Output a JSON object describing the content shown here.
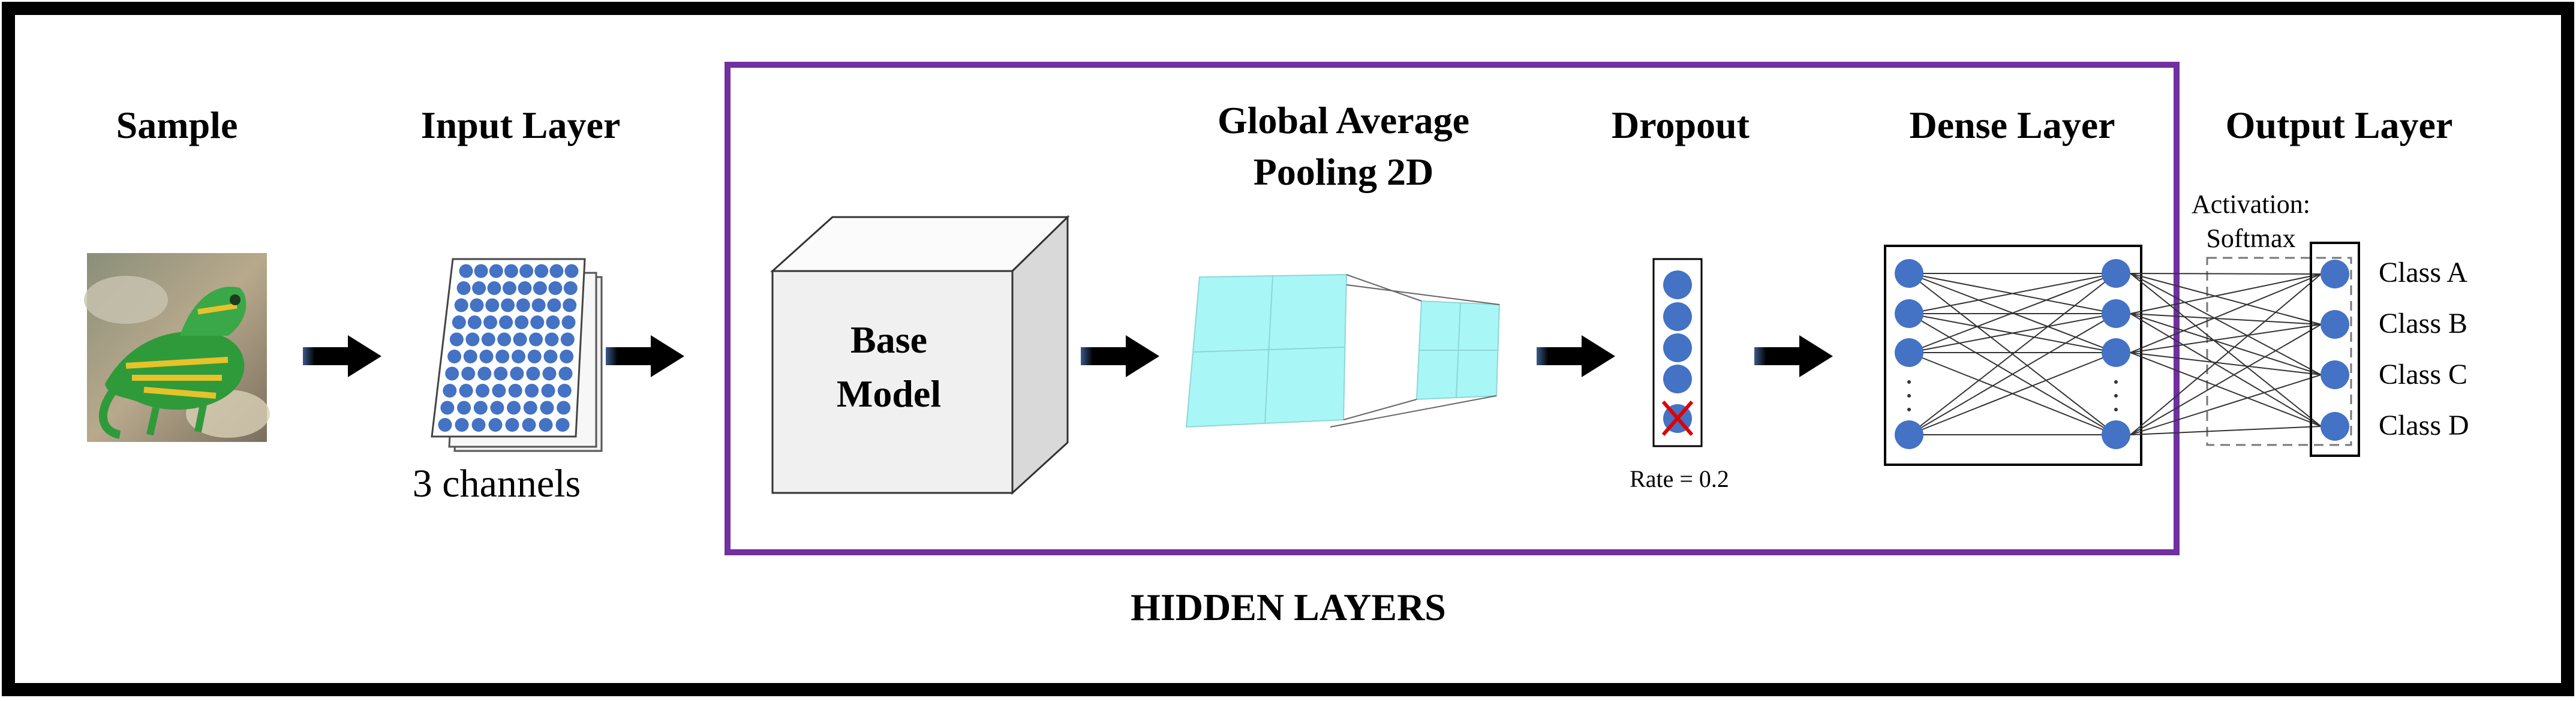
{
  "diagram": {
    "labels": {
      "sample": "Sample",
      "input_layer": "Input Layer",
      "input_channels": "3 channels",
      "base_model_line1": "Base",
      "base_model_line2": "Model",
      "gap_line1": "Global Average",
      "gap_line2": "Pooling 2D",
      "dropout": "Dropout",
      "dropout_rate": "Rate = 0.2",
      "dense_layer": "Dense Layer",
      "output_layer": "Output Layer",
      "activation_line1": "Activation:",
      "activation_line2": "Softmax",
      "hidden_layers": "HIDDEN LAYERS"
    },
    "output_classes": [
      "Class A",
      "Class B",
      "Class C",
      "Class D"
    ],
    "colors": {
      "node_blue": "#4472c4",
      "hidden_frame": "#7030a0",
      "pool_cyan": "#a9f6f6",
      "cube_front": "#f0f0f0",
      "cube_top": "#fbfbfb",
      "cube_side": "#d9d9d9",
      "arrow": "#000000",
      "dropout_cross": "#e00000"
    }
  }
}
